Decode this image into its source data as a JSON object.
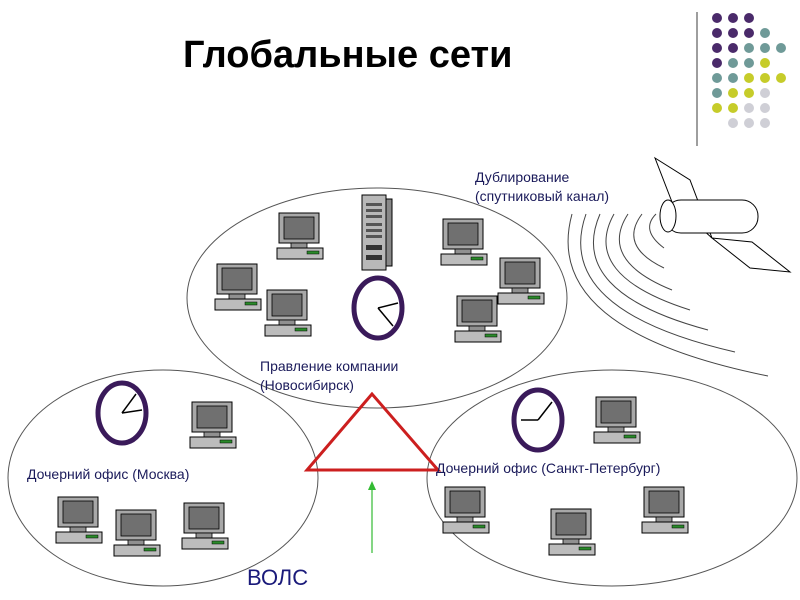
{
  "title": "Глобальные сети",
  "labels": {
    "backup_line1": "Дублирование",
    "backup_line2": "(спутниковый канал)",
    "hq_line1": "Правление компании",
    "hq_line2": "(Новосибирск)",
    "moscow": "Дочерний офис (Москва)",
    "spb": "Дочерний офис (Санкт-Петербург)",
    "volc": "ВОЛС"
  },
  "colors": {
    "triangle": "#cc1f1f",
    "arrow": "#33bb33",
    "label_text": "#1a1a5a",
    "dot_purple": "#4a2a6a",
    "dot_teal": "#6f9a98",
    "dot_olive": "#c6cc2a",
    "dot_grey": "#cfcfd6"
  },
  "icons": {
    "computer": "desktop-computer-icon",
    "server": "server-tower-icon",
    "clock": "clock-icon",
    "satellite": "satellite-icon"
  }
}
